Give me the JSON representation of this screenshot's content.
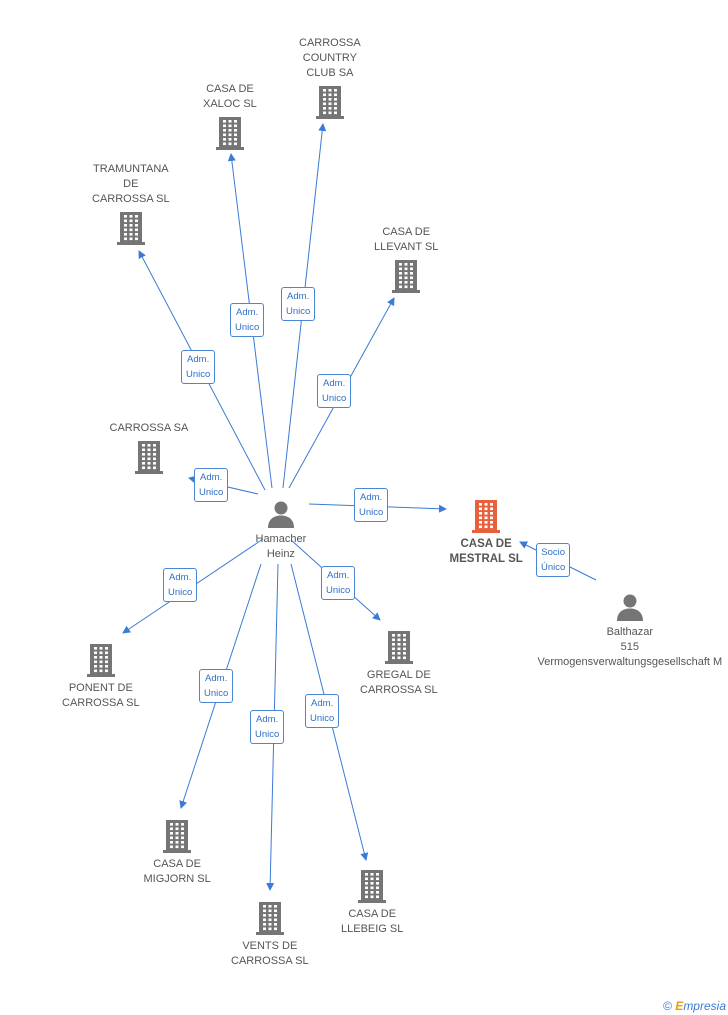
{
  "colors": {
    "edge": "#3a7bd5",
    "company": "#757575",
    "focus": "#e8603c",
    "person": "#757575"
  },
  "nodes": [
    {
      "id": "hamacher",
      "kind": "person",
      "label": "Hamacher\nHeinz"
    },
    {
      "id": "balthazar",
      "kind": "person",
      "label": "Balthazar\n515\nVermogensverwaltungsgesellschaft M"
    },
    {
      "id": "mestral",
      "kind": "focus",
      "label": "CASA DE\nMESTRAL SL"
    },
    {
      "id": "country",
      "kind": "company",
      "label": "CARROSSA\nCOUNTRY\nCLUB SA"
    },
    {
      "id": "xaloc",
      "kind": "company",
      "label": "CASA DE\nXALOC SL"
    },
    {
      "id": "tramuntana",
      "kind": "company",
      "label": "TRAMUNTANA\nDE\nCARROSSA SL"
    },
    {
      "id": "llevant",
      "kind": "company",
      "label": "CASA DE\nLLEVANT SL"
    },
    {
      "id": "carrossa",
      "kind": "company",
      "label": "CARROSSA SA"
    },
    {
      "id": "ponent",
      "kind": "company",
      "label": "PONENT DE\nCARROSSA SL"
    },
    {
      "id": "gregal",
      "kind": "company",
      "label": "GREGAL DE\nCARROSSA SL"
    },
    {
      "id": "migjorn",
      "kind": "company",
      "label": "CASA DE\nMIGJORN SL"
    },
    {
      "id": "vents",
      "kind": "company",
      "label": "VENTS DE\nCARROSSA SL"
    },
    {
      "id": "llebeig",
      "kind": "company",
      "label": "CASA DE\nLLEBEIG SL"
    }
  ],
  "edges": [
    {
      "from": "hamacher",
      "to": "country",
      "label": "Adm.\nUnico"
    },
    {
      "from": "hamacher",
      "to": "xaloc",
      "label": "Adm.\nUnico"
    },
    {
      "from": "hamacher",
      "to": "tramuntana",
      "label": "Adm.\nUnico"
    },
    {
      "from": "hamacher",
      "to": "llevant",
      "label": "Adm.\nUnico"
    },
    {
      "from": "hamacher",
      "to": "carrossa",
      "label": "Adm.\nUnico"
    },
    {
      "from": "hamacher",
      "to": "mestral",
      "label": "Adm.\nUnico"
    },
    {
      "from": "hamacher",
      "to": "ponent",
      "label": "Adm.\nUnico"
    },
    {
      "from": "hamacher",
      "to": "gregal",
      "label": "Adm.\nUnico"
    },
    {
      "from": "hamacher",
      "to": "migjorn",
      "label": "Adm.\nUnico"
    },
    {
      "from": "hamacher",
      "to": "vents",
      "label": "Adm.\nUnico"
    },
    {
      "from": "hamacher",
      "to": "llebeig",
      "label": "Adm.\nUnico"
    },
    {
      "from": "balthazar",
      "to": "mestral",
      "label": "Socio\nÚnico"
    }
  ],
  "footer": {
    "copyright": "©",
    "brand_initial": "E",
    "brand_rest": "mpresia"
  }
}
